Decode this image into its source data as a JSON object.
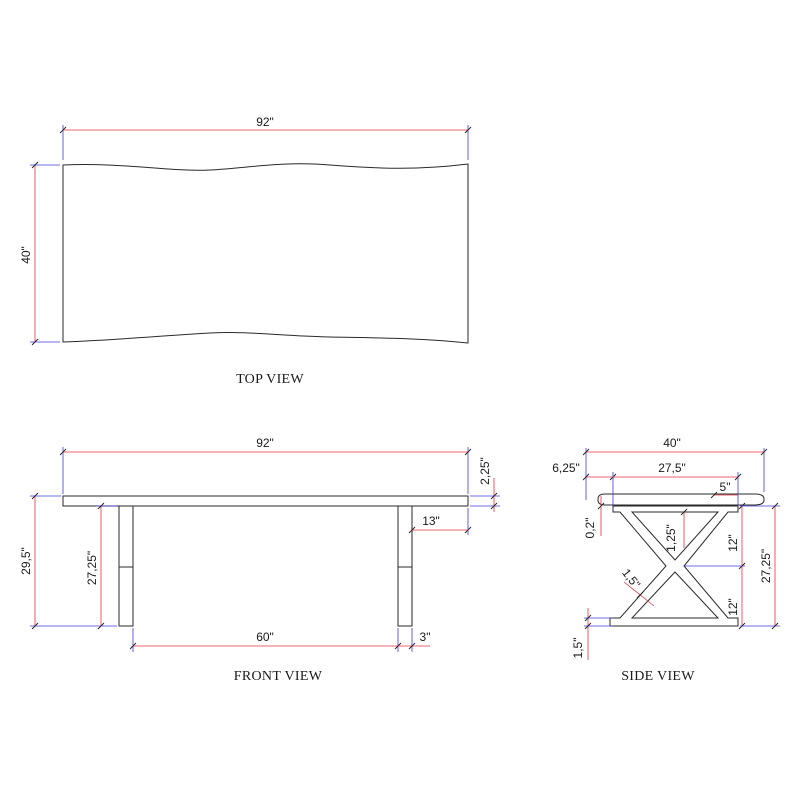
{
  "top_view": {
    "caption": "TOP VIEW",
    "length": "92\"",
    "width": "40\""
  },
  "front_view": {
    "caption": "FRONT VIEW",
    "length": "92\"",
    "top_thickness": "2,25\"",
    "height": "29,5\"",
    "leg_height": "27,25\"",
    "leg_inset": "13\"",
    "leg_spacing": "60\"",
    "leg_width": "3\""
  },
  "side_view": {
    "caption": "SIDE VIEW",
    "width": "40\"",
    "overhang": "6,25\"",
    "base_width": "27,5\"",
    "foot_width": "5\"",
    "gap": "0,2\"",
    "bar_thickness": "1,25\"",
    "upper_height": "12\"",
    "lower_height": "12\"",
    "leg_height": "27,25\"",
    "diagonal": "1,5\"",
    "foot_height": "1,5\""
  }
}
